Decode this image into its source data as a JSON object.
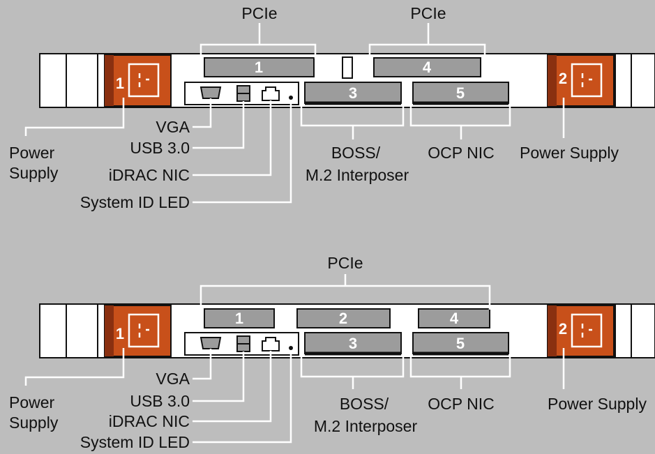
{
  "colors": {
    "background": "#bdbdbd",
    "chassis": "#ffffff",
    "outline": "#111111",
    "psu": "#c8501a",
    "psu_dark": "#8a3010",
    "slot": "#9c9c9c",
    "callout": "#ffffff"
  },
  "top": {
    "pcie_label_left": "PCIe",
    "pcie_label_right": "PCIe",
    "slots": [
      "1",
      "4",
      "3",
      "5"
    ],
    "psu_left": "1",
    "psu_right": "2",
    "labels": {
      "power_supply_left_1": "Power",
      "power_supply_left_2": "Supply",
      "vga": "VGA",
      "usb": "USB 3.0",
      "idrac": "iDRAC NIC",
      "sysid": "System ID LED",
      "boss_1": "BOSS/",
      "boss_2": "M.2 Interposer",
      "ocp": "OCP NIC",
      "power_supply_right": "Power Supply"
    }
  },
  "bottom": {
    "pcie_label": "PCIe",
    "slots": [
      "1",
      "2",
      "4",
      "3",
      "5"
    ],
    "psu_left": "1",
    "psu_right": "2",
    "labels": {
      "power_supply_left_1": "Power",
      "power_supply_left_2": "Supply",
      "vga": "VGA",
      "usb": "USB 3.0",
      "idrac": "iDRAC NIC",
      "sysid": "System ID LED",
      "boss_1": "BOSS/",
      "boss_2": "M.2 Interposer",
      "ocp": "OCP NIC",
      "power_supply_right": "Power Supply"
    }
  }
}
